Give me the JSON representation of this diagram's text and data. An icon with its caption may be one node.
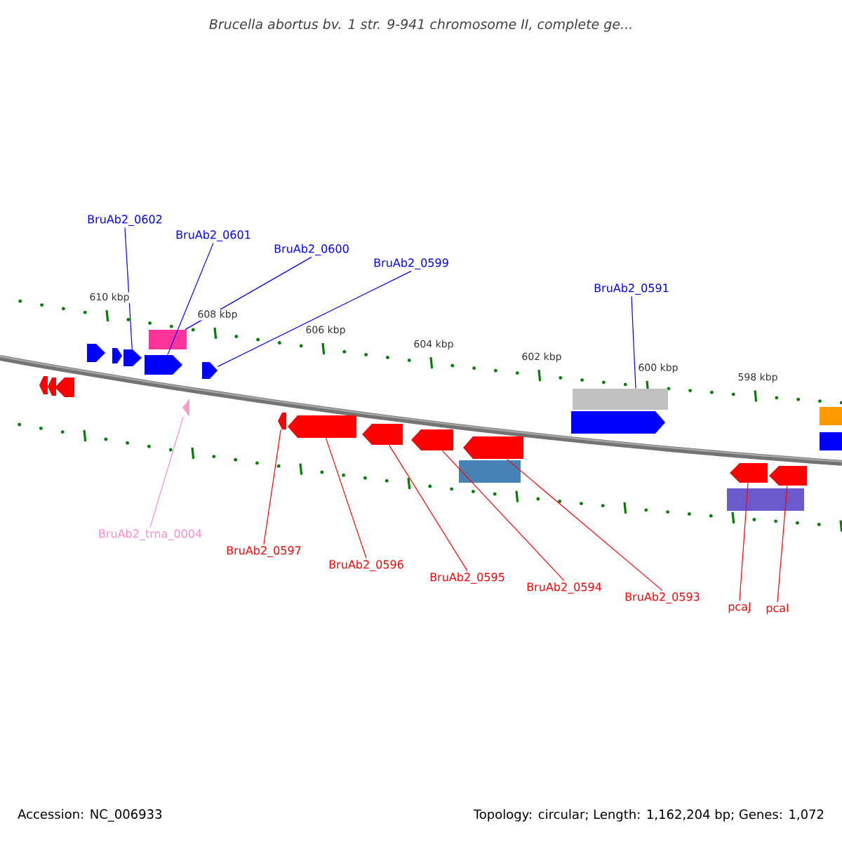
{
  "diagram": {
    "title": "Brucella abortus bv. 1 str. 9-941 chromosome II, complete ge...",
    "nodes": [
      {
        "text": [
          "BruAb2_0602"
        ]
      },
      {
        "text": [
          "BruAb2_0601"
        ]
      },
      {
        "text": [
          "BruAb2_0600"
        ]
      },
      {
        "text": [
          "BruAb2_0599"
        ]
      },
      {
        "text": [
          "BruAb2_0591"
        ]
      },
      {
        "text": [
          "BruAb2_trna_0004"
        ]
      },
      {
        "text": [
          "BruAb2_0597"
        ]
      },
      {
        "text": [
          "BruAb2_0596"
        ]
      },
      {
        "text": [
          "BruAb2_0595"
        ]
      },
      {
        "text": [
          "BruAb2_0594"
        ]
      },
      {
        "text": [
          "BruAb2_0593"
        ]
      },
      {
        "text": [
          "pcaJ"
        ]
      },
      {
        "text": [
          "pcaI"
        ]
      },
      {
        "text": [],
        "shape": "box"
      },
      {
        "text": [],
        "shape": "box"
      },
      {
        "text": [],
        "shape": "box"
      },
      {
        "text": [],
        "shape": "box"
      },
      {
        "text": [],
        "shape": "box"
      },
      {
        "text": [],
        "shape": "triangle"
      },
      {
        "text": [],
        "shape": "box"
      },
      {
        "text": [],
        "shape": "box"
      },
      {
        "text": [],
        "shape": "box"
      },
      {
        "text": [],
        "shape": "box"
      },
      {
        "text": [],
        "shape": "box"
      },
      {
        "text": [],
        "shape": "box"
      },
      {
        "text": [],
        "shape": "box"
      },
      {
        "text": [],
        "shape": "box"
      },
      {
        "text": [],
        "shape": "box"
      },
      {
        "text": [],
        "shape": "box"
      },
      {
        "text": [],
        "shape": "box"
      },
      {
        "text": [],
        "shape": "box"
      },
      {
        "text": [],
        "shape": "box"
      },
      {
        "text": [],
        "shape": "box"
      },
      {
        "text": [],
        "shape": "box"
      },
      {
        "text": [],
        "shape": "box"
      },
      {
        "text": [],
        "shape": "box"
      }
    ],
    "edges": [
      {
        "from": 0,
        "to": 13,
        "arrow": "none",
        "color": "#0000ff"
      },
      {
        "from": 1,
        "to": 14,
        "arrow": "none",
        "color": "#0000ff"
      },
      {
        "from": 2,
        "to": 15,
        "arrow": "none",
        "color": "#0000ff"
      },
      {
        "from": 3,
        "to": 16,
        "arrow": "none",
        "color": "#0000ff"
      },
      {
        "from": 4,
        "to": 17,
        "arrow": "none",
        "color": "#0000ff"
      },
      {
        "from": 5,
        "to": 18,
        "arrow": "none",
        "color": "#ff88cc"
      },
      {
        "from": 6,
        "to": 19,
        "arrow": "none"
      },
      {
        "from": 7,
        "to": 20,
        "arrow": "none"
      },
      {
        "from": 8,
        "to": 21,
        "arrow": "none"
      },
      {
        "from": 9,
        "to": 22,
        "arrow": "none"
      },
      {
        "from": 10,
        "to": 23,
        "arrow": "none"
      },
      {
        "from": 11,
        "to": 24,
        "arrow": "none"
      },
      {
        "from": 12,
        "to": 25,
        "arrow": "none"
      }
    ],
    "labels": [
      "610 kbp",
      "608 kbp",
      "606 kbp",
      "604 kbp",
      "602 kbp",
      "600 kbp",
      "598 kbp",
      "Accession: NC_006933",
      "Topology: circular; Length: 1,162,204 bp; Genes: 1,072"
    ]
  }
}
